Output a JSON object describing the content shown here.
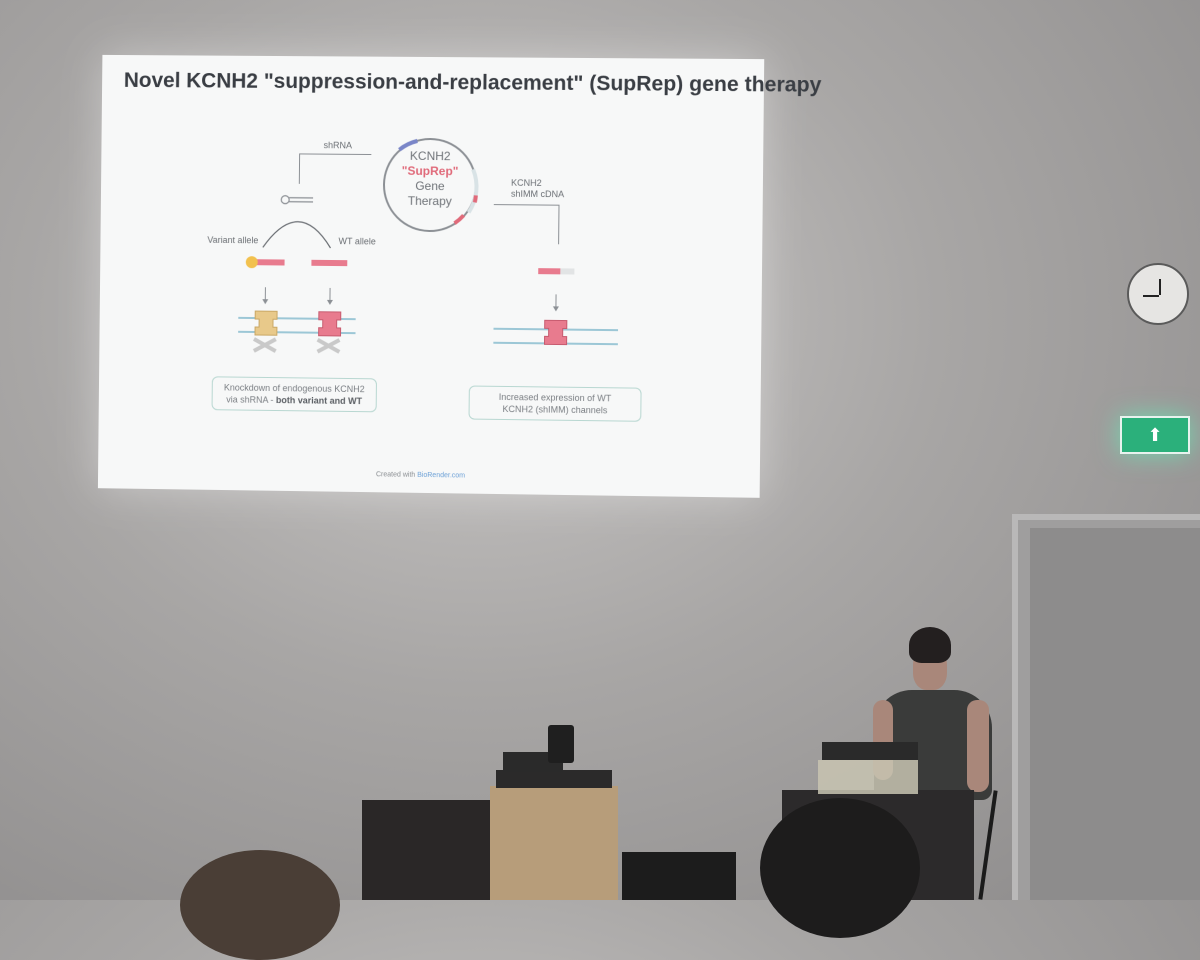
{
  "slide": {
    "title": "Novel KCNH2 \"suppression-and-replacement\" (SupRep) gene therapy",
    "shrna_label": "shRNA",
    "plasmid_line1": "KCNH2",
    "plasmid_line2": "\"SupRep\"",
    "plasmid_line3": "Gene",
    "plasmid_line4": "Therapy",
    "cdna_label_line1": "KCNH2",
    "cdna_label_line2": "shIMM cDNA",
    "variant_allele": "Variant allele",
    "wt_allele": "WT allele",
    "left_caption_line1": "Knockdown of endogenous KCNH2",
    "left_caption_line2": "via shRNA - ",
    "left_caption_bold": "both variant and WT",
    "right_caption_line1": "Increased expression of WT",
    "right_caption_line2": "KCNH2 (shIMM) channels",
    "credit_prefix": "Created with ",
    "credit_site": "BioRender.com"
  },
  "colors": {
    "wt_channel": "#e87b8e",
    "variant_channel": "#e8c98a",
    "membrane": "#9cc7d6",
    "plasmid_accent": "#7a86c8",
    "exit_sign": "#2bb07b"
  },
  "icons": {
    "clock": "wall-clock-icon",
    "exit": "exit-sign-icon"
  }
}
